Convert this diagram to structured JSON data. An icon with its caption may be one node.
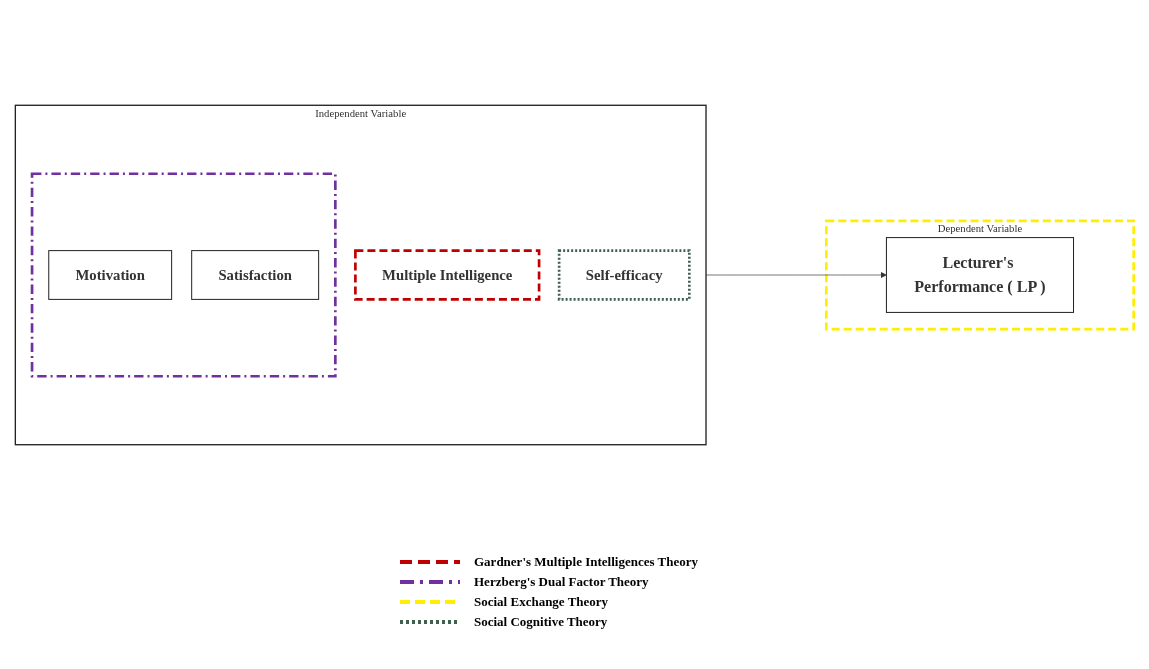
{
  "diagram": {
    "nodes": [
      {
        "text": [
          "Independent Variable"
        ]
      },
      {
        "text": [
          "Multiple Intelligence"
        ],
        "in": 0
      },
      {
        "text": [
          "Self-efficacy"
        ],
        "in": 0
      },
      {
        "text": [],
        "shape": "box",
        "in": 0
      },
      {
        "text": [
          "Motivation"
        ],
        "in": 3
      },
      {
        "text": [
          "Satisfaction"
        ],
        "in": 3
      },
      {
        "text": [
          "Dependent Variable"
        ]
      },
      {
        "text": [
          "Lecturer's Performance ( LP )"
        ],
        "in": 6
      }
    ],
    "edges": [
      {
        "from": 0,
        "to": 7,
        "arrow": "to"
      }
    ],
    "legend": [
      {
        "text": "Gardner's Multiple Intelligences Theory"
      },
      {
        "text": "Herzberg's Dual Factor Theory"
      },
      {
        "text": "Social Exchange Theory"
      },
      {
        "text": "Social Cognitive Theory"
      }
    ]
  }
}
